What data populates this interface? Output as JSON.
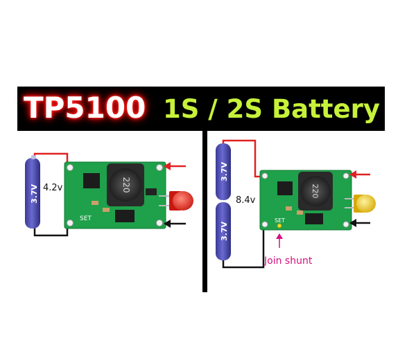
{
  "header": {
    "model": "TP5100",
    "subtitle": "1S / 2S Battery"
  },
  "left_diagram": {
    "battery_label": "3.7V",
    "voltage": "4.2v",
    "board_set_label": "SET",
    "inductor_marking": "220",
    "led_color": "#e52a1e"
  },
  "right_diagram": {
    "battery_top_label": "3.7V",
    "battery_bottom_label": "3.7V",
    "voltage": "8.4v",
    "board_set_label": "SET",
    "inductor_marking": "220",
    "led_color": "#e8c81a",
    "shunt_label": "Join shunt"
  },
  "colors": {
    "title_glow": "#ff2020",
    "subtitle": "#c6f23a",
    "pcb_green": "#1fa04a",
    "battery_body": "#4a4aa8",
    "wire_positive": "#e02020",
    "wire_negative": "#111111",
    "arrow_input": "#e02020",
    "shunt_text": "#d6107f"
  }
}
